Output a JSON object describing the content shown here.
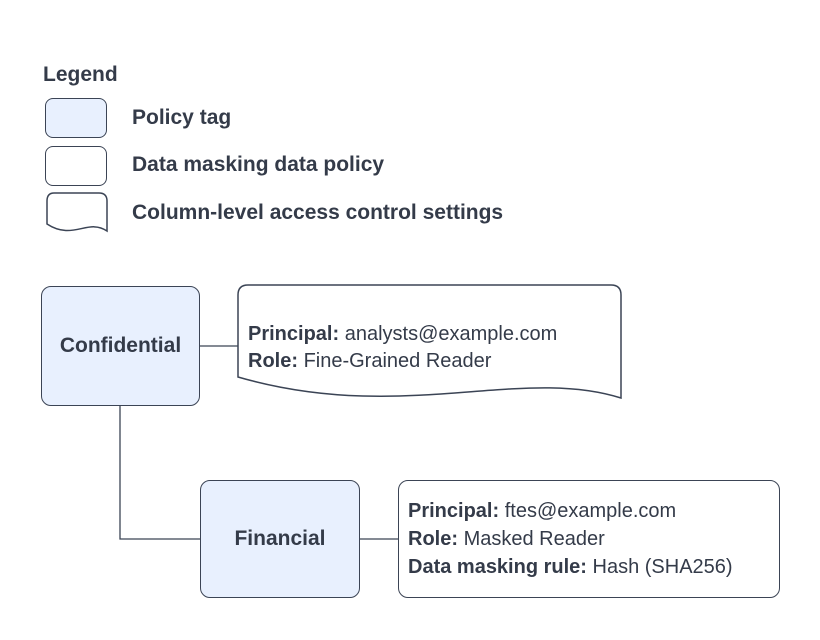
{
  "colors": {
    "background": "#ffffff",
    "node_fill": "#e8f0fe",
    "stroke": "#3b4455",
    "text": "#343b49"
  },
  "legend": {
    "title": "Legend",
    "items": [
      {
        "shape": "policy-tag",
        "label": "Policy tag"
      },
      {
        "shape": "data-masking-data-policy",
        "label": "Data masking data policy"
      },
      {
        "shape": "column-access-document",
        "label": "Column-level access control settings"
      }
    ]
  },
  "diagram": {
    "nodes": [
      {
        "id": "confidential",
        "type": "policy-tag",
        "label": "Confidential"
      },
      {
        "id": "financial",
        "type": "policy-tag",
        "label": "Financial"
      }
    ],
    "confidential_settings": {
      "type": "column-level-access-control-settings",
      "lines": [
        {
          "label": "Principal:",
          "value": "analysts@example.com"
        },
        {
          "label": "Role:",
          "value": "Fine-Grained Reader"
        }
      ]
    },
    "financial_policy": {
      "type": "data-masking-data-policy",
      "lines": [
        {
          "label": "Principal:",
          "value": "ftes@example.com"
        },
        {
          "label": "Role:",
          "value": "Masked Reader"
        },
        {
          "label": "Data masking rule:",
          "value": "Hash (SHA256)"
        }
      ]
    }
  }
}
